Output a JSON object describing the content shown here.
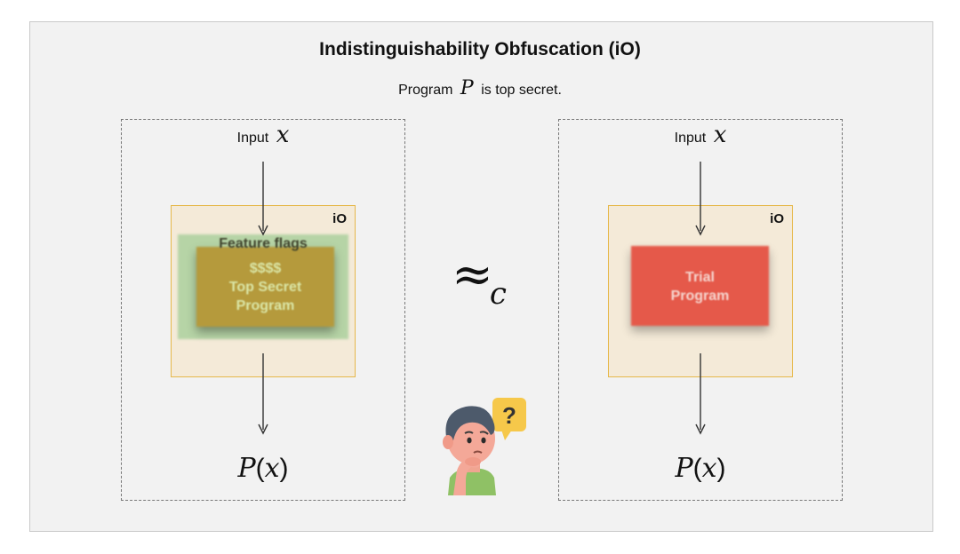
{
  "title": "Indistinguishability Obfuscation (iO)",
  "subtitle": {
    "prefix": "Program",
    "var": "P",
    "suffix": "is top secret."
  },
  "left_panel": {
    "input_word": "Input",
    "input_var": "x",
    "io_tag": "iO",
    "feature_label": "Feature flags",
    "program_lines": [
      "$$$$",
      "Top Secret",
      "Program"
    ],
    "output": {
      "fn": "P",
      "arg": "x"
    }
  },
  "right_panel": {
    "input_word": "Input",
    "input_var": "x",
    "io_tag": "iO",
    "program_lines": [
      "Trial",
      "Program"
    ],
    "output": {
      "fn": "P",
      "arg": "x"
    }
  },
  "relation": {
    "symbol": "≈",
    "subscript": "c"
  },
  "thinker": {
    "bubble_text": "?",
    "icon": "confused-person-icon"
  },
  "colors": {
    "background": "#f2f2f2",
    "io_box": "#f4ead8",
    "io_border": "#e6b84a",
    "feature_green": "#b6d4a6",
    "secret_program": "#b59a3c",
    "trial_program": "#e5594a",
    "question_bubble": "#f6c84a"
  }
}
